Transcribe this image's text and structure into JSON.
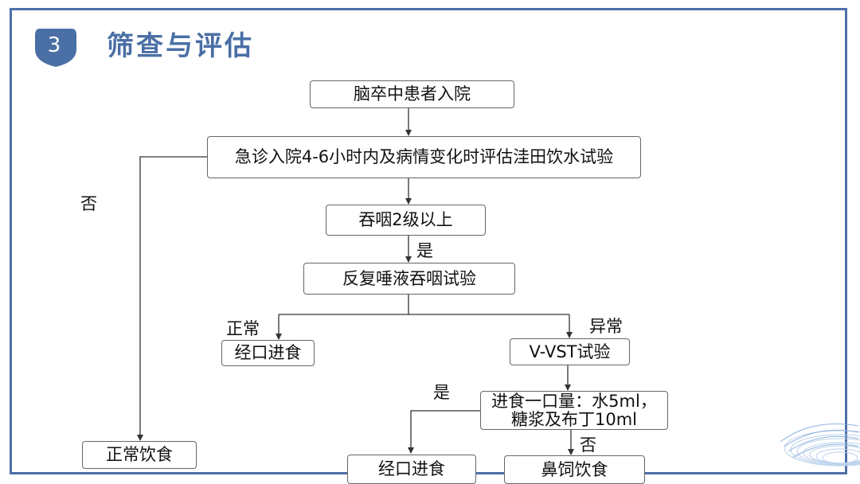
{
  "header": {
    "badge_number": "3",
    "title": "筛查与评估"
  },
  "flow": {
    "admission": "脑卒中患者入院",
    "emergency_test": "急诊入院4-6小时内及病情变化时评估洼田饮水试验",
    "swallow_grade": "吞咽2级以上",
    "repeated_saliva": "反复唾液吞咽试验",
    "oral_feeding_1": "经口进食",
    "vvst": "V-VST试验",
    "intake_line1": "进食一口量：水5ml，",
    "intake_line2": "糖浆及布丁10ml",
    "normal_diet": "正常饮食",
    "oral_feeding_2": "经口进食",
    "tube_feeding": "鼻饲饮食"
  },
  "labels": {
    "no_left": "否",
    "yes_middle": "是",
    "normal": "正常",
    "abnormal": "异常",
    "yes_lower": "是",
    "no_lower": "否"
  },
  "colors": {
    "frame": "#4d6fa8",
    "title": "#4a6fa5",
    "badge": "#4a6fa5",
    "line": "#333333"
  }
}
